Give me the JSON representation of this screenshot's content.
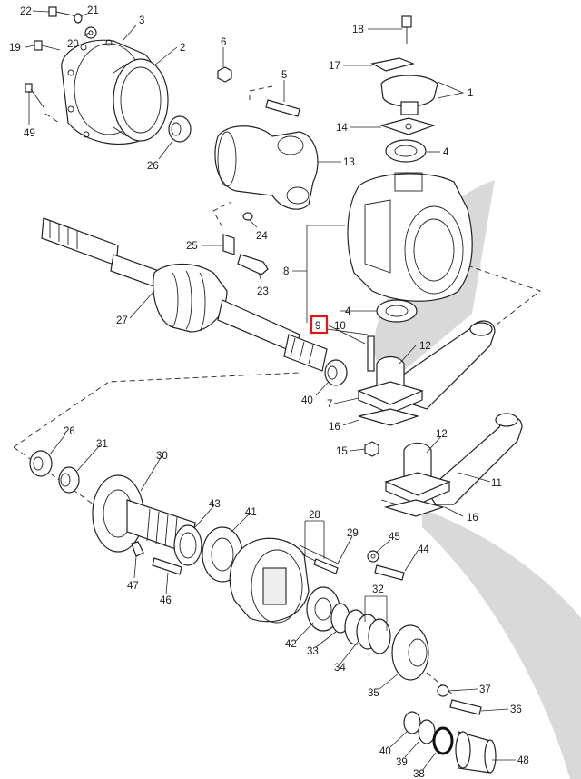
{
  "diagram": {
    "highlight_color": "#e0161b",
    "shadow_color": "#d9d9d9",
    "highlighted_label": "9",
    "labels": [
      "22",
      "21",
      "3",
      "20",
      "19",
      "2",
      "6",
      "49",
      "5",
      "18",
      "17",
      "1",
      "14",
      "4",
      "13",
      "26",
      "24",
      "25",
      "23",
      "27",
      "8",
      "4",
      "9",
      "10",
      "12",
      "40",
      "7",
      "16",
      "15",
      "26",
      "31",
      "30",
      "12",
      "11",
      "16",
      "43",
      "41",
      "28",
      "29",
      "47",
      "46",
      "45",
      "44",
      "32",
      "42",
      "33",
      "34",
      "35",
      "37",
      "36",
      "40",
      "39",
      "38",
      "48"
    ]
  }
}
